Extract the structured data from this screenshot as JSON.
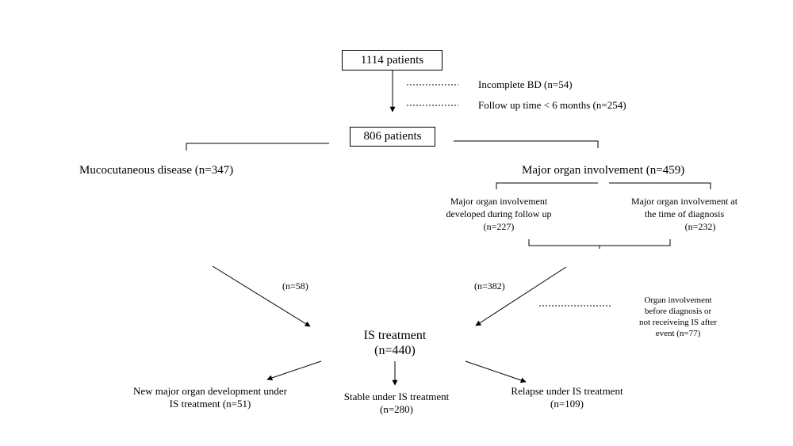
{
  "nodes": {
    "total": "1114 patients",
    "excl_incomplete": "Incomplete BD (n=54)",
    "excl_followup": "Follow up time < 6 months (n=254)",
    "included": "806 patients",
    "mucocutaneous": "Mucocutaneous disease (n=347)",
    "major_organ": "Major organ involvement (n=459)",
    "during_followup": [
      "Major organ involvement",
      "developed during follow up",
      "(n=227)"
    ],
    "at_diagnosis": [
      "Major organ involvement at",
      "the time of diagnosis",
      "(n=232)"
    ],
    "muco_to_is": "(n=58)",
    "organ_to_is": "(n=382)",
    "organ_excluded": [
      "Organ involvement",
      "before diagnosis or",
      "not receiveing IS after",
      "event (n=77)"
    ],
    "is_treatment": [
      "IS treatment",
      "(n=440)"
    ],
    "new_organ": [
      "New major organ development under",
      "IS treatment (n=51)"
    ],
    "stable": [
      "Stable under IS treatment",
      "(n=280)"
    ],
    "relapse": [
      "Relapse under IS treatment",
      "(n=109)"
    ]
  }
}
